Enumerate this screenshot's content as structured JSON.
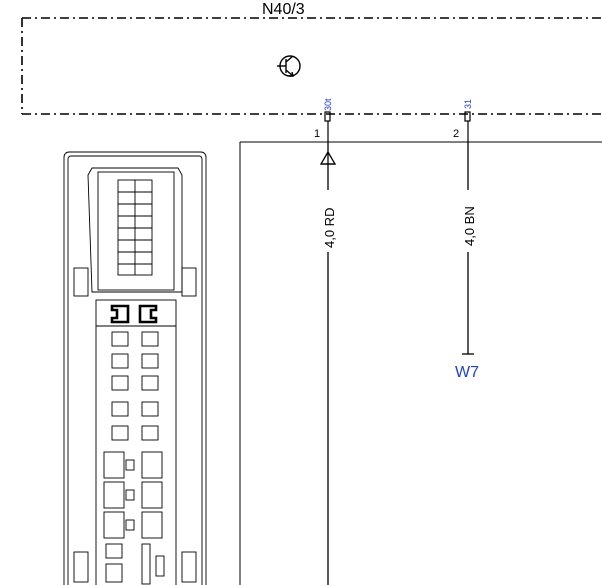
{
  "component": {
    "name": "N40/3"
  },
  "pins": [
    {
      "number": "1",
      "terminal": "30t",
      "wire": "4,0 RD"
    },
    {
      "number": "2",
      "terminal": "31",
      "wire": "4,0 BN",
      "ground": "W7"
    }
  ],
  "colors": {
    "line": "#000000",
    "link_text": "#1f3fd6"
  }
}
